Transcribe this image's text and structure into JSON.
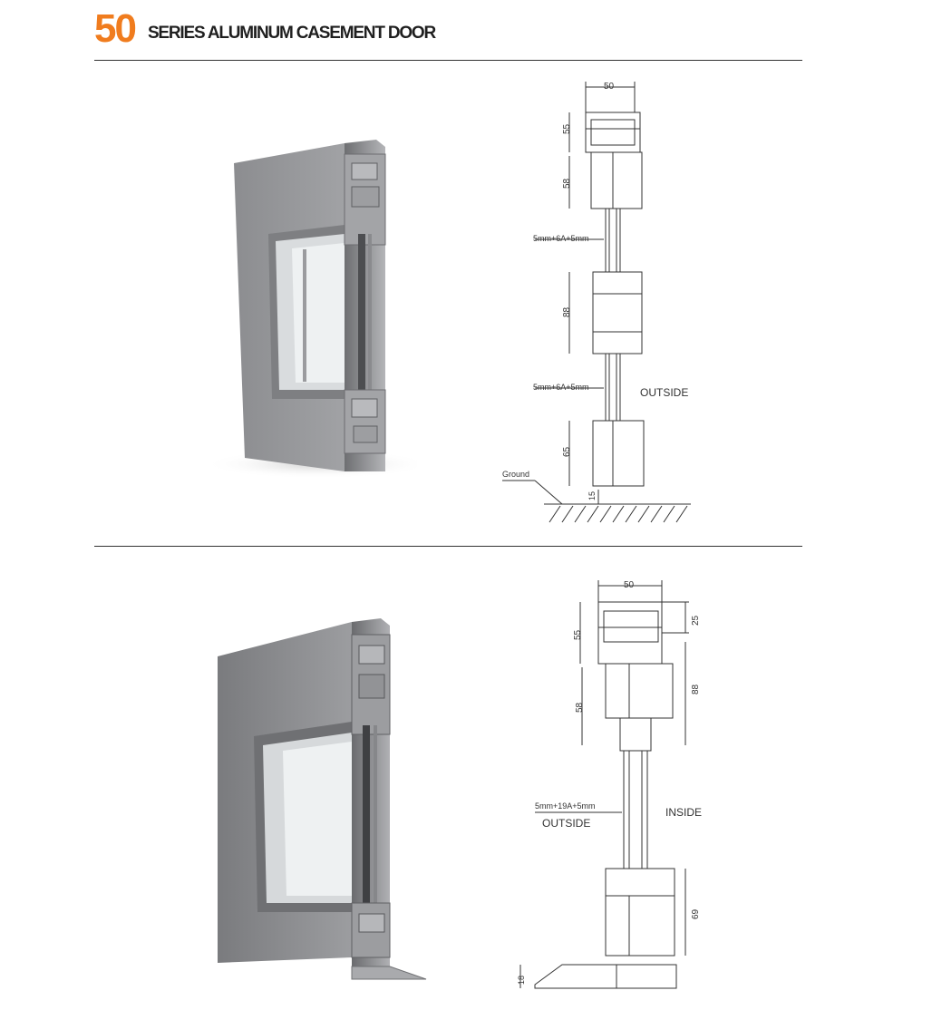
{
  "header": {
    "series_number": "50",
    "title": "SERIES ALUMINUM CASEMENT DOOR"
  },
  "section_1": {
    "top_width": "50",
    "dim_frame": "55",
    "dim_sash_top": "58",
    "glass_top": "5mm+6A+5mm",
    "dim_transom": "88",
    "glass_bottom": "5mm+6A+5mm",
    "side_label": "OUTSIDE",
    "dim_bottom": "65",
    "ground_label": "Ground",
    "dim_gap": "15"
  },
  "section_2": {
    "top_width": "50",
    "dim_frame": "55",
    "dim_offset": "25",
    "dim_sash_top": "58",
    "dim_sash_side": "88",
    "glass": "5mm+19A+5mm",
    "outside_label": "OUTSIDE",
    "inside_label": "INSIDE",
    "dim_bottom": "69",
    "dim_threshold": "18"
  },
  "colors": {
    "accent": "#f07c1e",
    "aluminum": "#8e8f91",
    "line": "#333333"
  }
}
